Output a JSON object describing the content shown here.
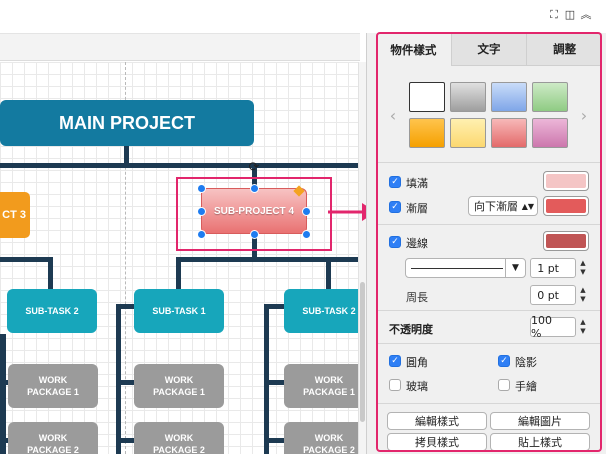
{
  "panel": {
    "tabs": [
      {
        "label": "物件樣式"
      },
      {
        "label": "文字"
      },
      {
        "label": "調整"
      }
    ],
    "swatches": [
      {
        "name": "white",
        "colors": [
          "#ffffff",
          "#ffffff"
        ]
      },
      {
        "name": "gray",
        "colors": [
          "#e0e0e0",
          "#9e9e9e"
        ]
      },
      {
        "name": "blue",
        "colors": [
          "#c9dcf9",
          "#7fa6e8"
        ]
      },
      {
        "name": "green",
        "colors": [
          "#cdeac6",
          "#8fcb83"
        ]
      },
      {
        "name": "orange",
        "colors": [
          "#ffc44d",
          "#f5a000"
        ]
      },
      {
        "name": "yellow",
        "colors": [
          "#fff0b0",
          "#fcd870"
        ]
      },
      {
        "name": "red",
        "colors": [
          "#f7b8b8",
          "#e36a6a"
        ]
      },
      {
        "name": "purple",
        "colors": [
          "#ecb6d8",
          "#cc77ad"
        ]
      }
    ],
    "fill": {
      "label": "填滿",
      "checked": true,
      "color": "#f4c5c5"
    },
    "gradient": {
      "label": "漸層",
      "checked": true,
      "direction": "向下漸層",
      "color": "#e35b5b"
    },
    "line": {
      "label": "邊線",
      "checked": true,
      "color": "#c05555",
      "width": "1 pt"
    },
    "perimeter": {
      "label": "周長",
      "value": "0 pt"
    },
    "opacity": {
      "label": "不透明度",
      "value": "100 %"
    },
    "rounded": {
      "label": "圓角",
      "checked": true
    },
    "shadow": {
      "label": "陰影",
      "checked": true
    },
    "glass": {
      "label": "玻璃",
      "checked": false
    },
    "sketch": {
      "label": "手繪",
      "checked": false
    },
    "buttons": {
      "edit_style": "編輯樣式",
      "edit_image": "編輯圖片",
      "copy_style": "拷貝樣式",
      "paste_style": "貼上樣式"
    }
  },
  "diagram": {
    "main_project": "MAIN PROJECT",
    "sub_project_3": "CT 3",
    "sub_project_4": "SUB-PROJECT 4",
    "sub_tasks": [
      "SUB-TASK 2",
      "SUB-TASK 1",
      "SUB-TASK 2"
    ],
    "work_packages": [
      "WORK\nPACKAGE 1",
      "WORK\nPACKAGE 1",
      "WORK\nPACKAGE 1",
      "WORK\nPACKAGE 2",
      "WORK\nPACKAGE 2",
      "WORK\nPACKAGE 2"
    ]
  },
  "toolbar": {
    "icons": [
      "fullscreen-icon",
      "panel-toggle-icon",
      "collapse-icon"
    ]
  }
}
